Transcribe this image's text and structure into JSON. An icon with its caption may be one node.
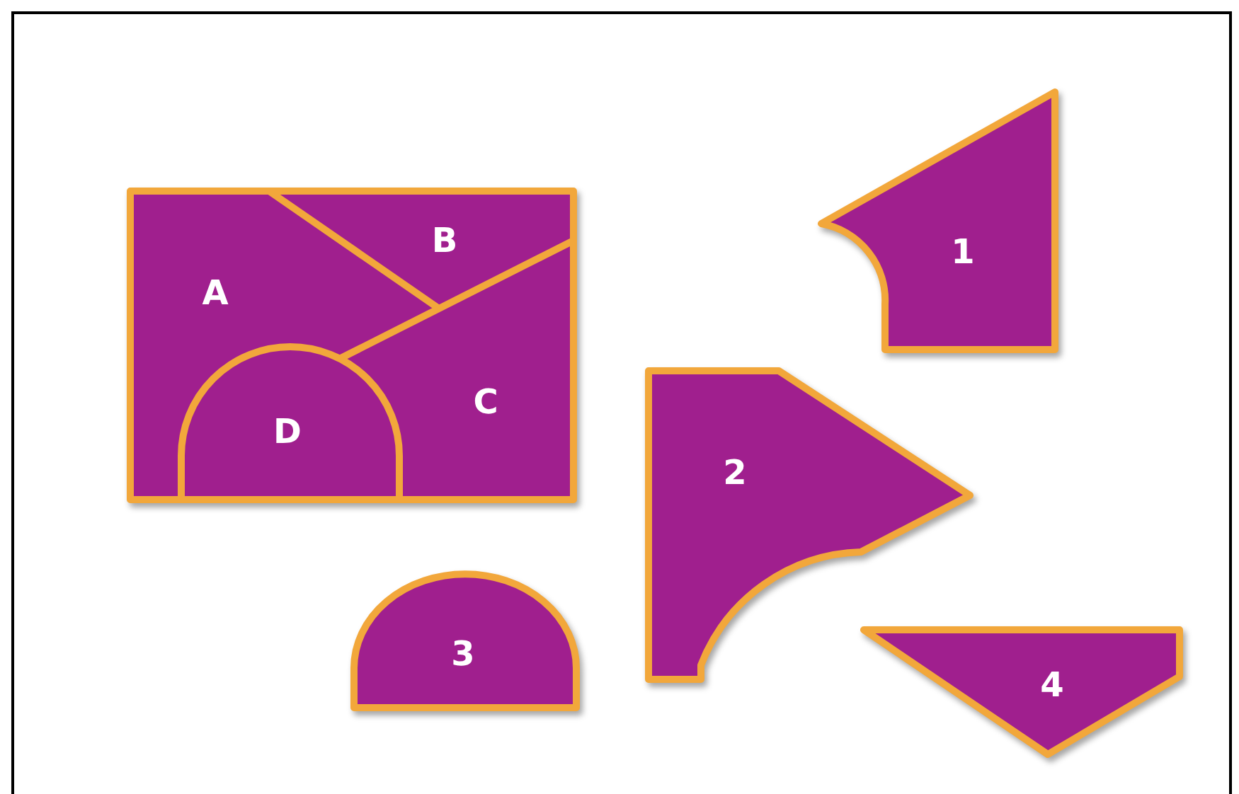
{
  "diagram": {
    "nodes": [
      {
        "text": [],
        "shape": "box"
      },
      {
        "text": [
          "A"
        ],
        "in": 0
      },
      {
        "text": [
          "B"
        ],
        "in": 0
      },
      {
        "text": [
          "C"
        ],
        "in": 0
      },
      {
        "text": [
          "D"
        ],
        "in": 0
      },
      {
        "text": [
          "1"
        ]
      },
      {
        "text": [
          "2"
        ]
      },
      {
        "text": [
          "3"
        ]
      },
      {
        "text": [
          "4"
        ]
      }
    ]
  }
}
